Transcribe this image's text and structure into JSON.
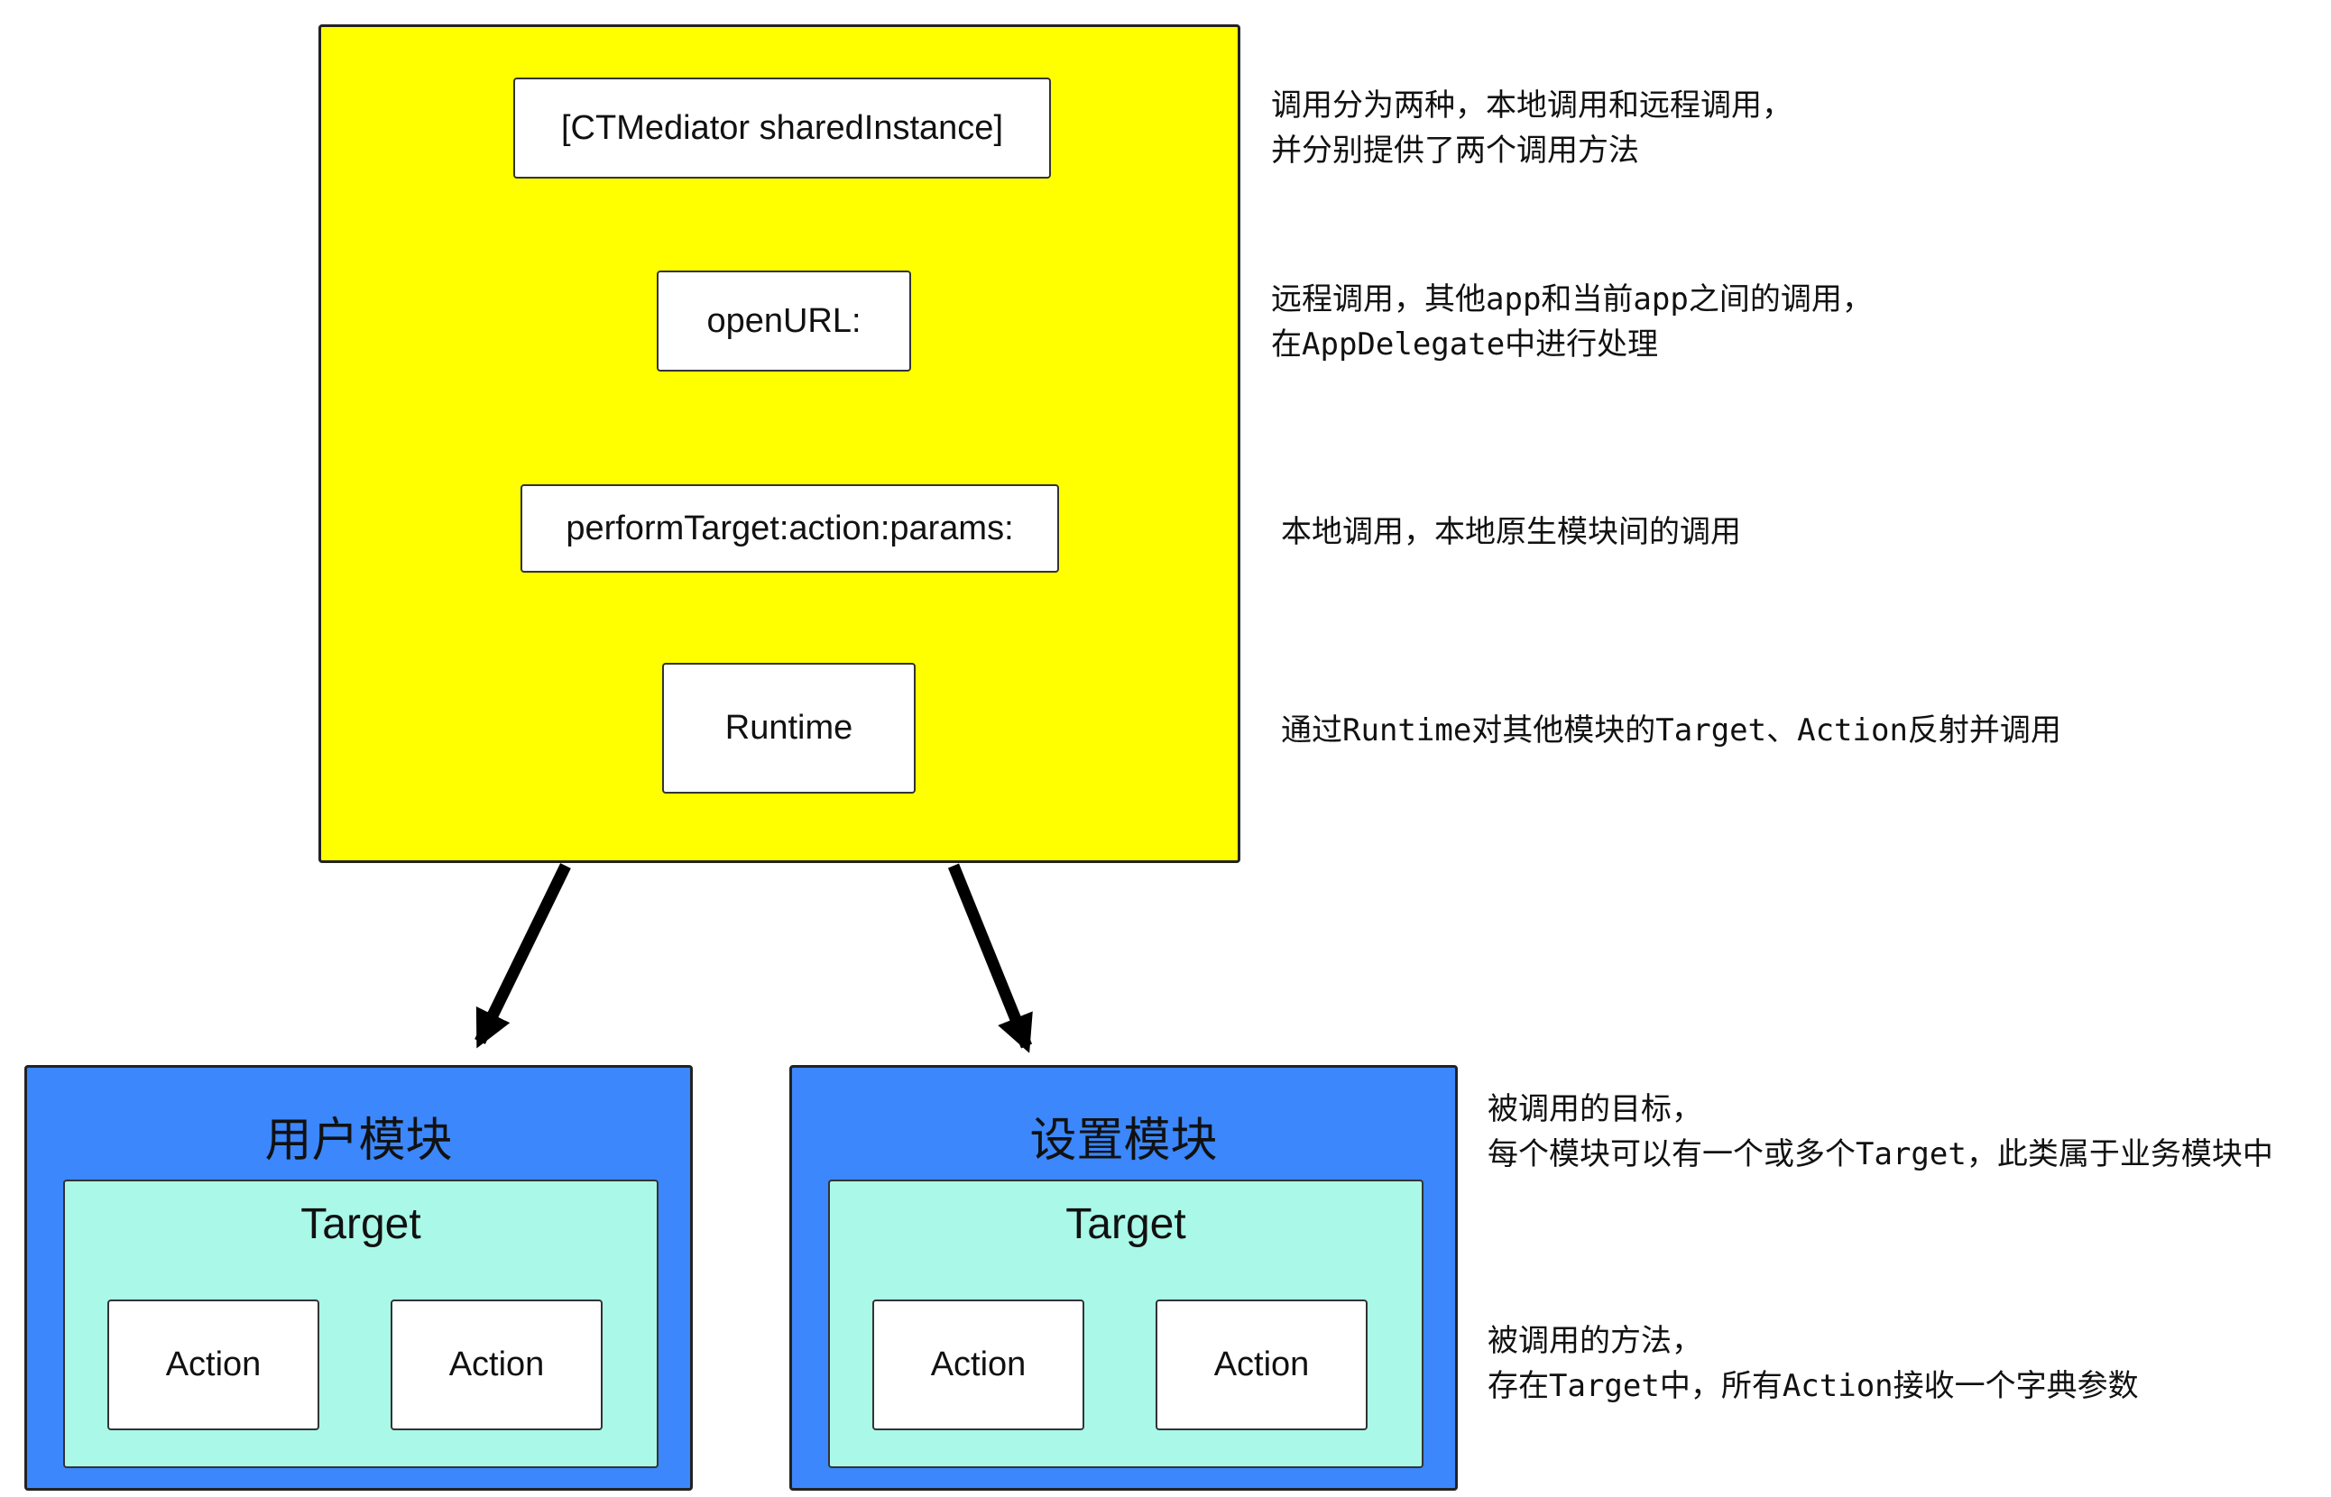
{
  "colors": {
    "mediator_fill": "#ffff00",
    "module_fill": "#3b87fb",
    "target_fill": "#aaf8e8",
    "node_fill": "#ffffff",
    "arrow": "#000000"
  },
  "mediator": {
    "nodes": [
      {
        "label": "[CTMediator sharedInstance]"
      },
      {
        "label": "openURL:"
      },
      {
        "label": "performTarget:action:params:"
      },
      {
        "label": "Runtime"
      }
    ]
  },
  "modules": [
    {
      "title": "用户模块",
      "target": "Target",
      "actions": [
        "Action",
        "Action"
      ]
    },
    {
      "title": "设置模块",
      "target": "Target",
      "actions": [
        "Action",
        "Action"
      ]
    }
  ],
  "notes": {
    "sharedInstance": [
      "调用分为两种，本地调用和远程调用，",
      "并分别提供了两个调用方法"
    ],
    "openURL": [
      "远程调用，其他app和当前app之间的调用，",
      "在AppDelegate中进行处理"
    ],
    "performTarget": [
      "本地调用，本地原生模块间的调用"
    ],
    "runtime": [
      "通过Runtime对其他模块的Target、Action反射并调用"
    ],
    "target": [
      "被调用的目标，",
      "每个模块可以有一个或多个Target，此类属于业务模块中"
    ],
    "action": [
      "被调用的方法，",
      "存在Target中，所有Action接收一个字典参数"
    ]
  }
}
